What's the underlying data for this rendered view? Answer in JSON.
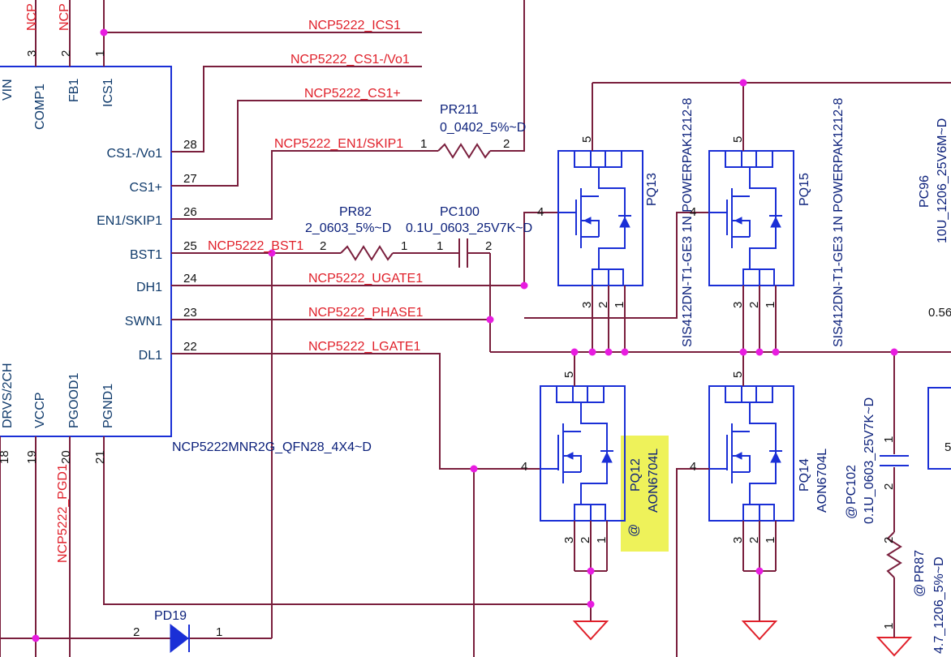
{
  "ic": {
    "part": "NCP5222MNR2G_QFN28_4X4~D",
    "top_pins": [
      {
        "name": "VIN",
        "num": ""
      },
      {
        "name": "COMP1",
        "num": "3"
      },
      {
        "name": "FB1",
        "num": "2"
      },
      {
        "name": "ICS1",
        "num": "1"
      }
    ],
    "left_pins": [
      {
        "name": "CS1-/Vo1",
        "num": "28"
      },
      {
        "name": "CS1+",
        "num": "27"
      },
      {
        "name": "EN1/SKIP1",
        "num": "26"
      },
      {
        "name": "BST1",
        "num": "25"
      },
      {
        "name": "DH1",
        "num": "24"
      },
      {
        "name": "SWN1",
        "num": "23"
      },
      {
        "name": "DL1",
        "num": "22"
      }
    ],
    "bottom_pins": [
      {
        "name": "DRVS/2CH",
        "num": "18"
      },
      {
        "name": "VCCP",
        "num": "19"
      },
      {
        "name": "PGOOD1",
        "num": "20"
      },
      {
        "name": "PGND1",
        "num": "21"
      }
    ]
  },
  "nets": {
    "top_cut1": "NCP",
    "top_cut2": "NCP",
    "ics1": "NCP5222_ICS1",
    "cs1_vo1": "NCP5222_CS1-/Vo1",
    "cs1_plus": "NCP5222_CS1+",
    "en1_skip1": "NCP5222_EN1/SKIP1",
    "bst1": "NCP5222_BST1",
    "ugate1": "NCP5222_UGATE1",
    "phase1": "NCP5222_PHASE1",
    "lgate1": "NCP5222_LGATE1",
    "pgd1": "NCP5222_PGD1"
  },
  "components": {
    "pr211": {
      "ref": "PR211",
      "value": "0_0402_5%~D",
      "pin1": "1",
      "pin2": "2"
    },
    "pr82": {
      "ref": "PR82",
      "value": "2_0603_5%~D",
      "pin1": "1",
      "pin2": "2"
    },
    "pc100": {
      "ref": "PC100",
      "value": "0.1U_0603_25V7K~D",
      "pin1": "1",
      "pin2": "2"
    },
    "pq13": {
      "ref": "PQ13",
      "value": "SIS412DN-T1-GE3 1N POWERPAK1212-8"
    },
    "pq15": {
      "ref": "PQ15",
      "value": "SIS412DN-T1-GE3 1N POWERPAK1212-8"
    },
    "pq12": {
      "ref": "PQ12",
      "value": "AON6704L",
      "mark": "@"
    },
    "pq14": {
      "ref": "PQ14",
      "value": "AON6704L"
    },
    "pd19": {
      "ref": "PD19",
      "pin1": "1",
      "pin2": "2"
    },
    "pc96": {
      "ref": "PC96",
      "value": "10U_1206_25V6M~D"
    },
    "pc102": {
      "ref": "PC102",
      "value": "0.1U_0603_25V7K~D",
      "mark": "@",
      "pin1": "1",
      "pin2": "2"
    },
    "pr87": {
      "ref": "PR87",
      "value": "4.7_1206_5%~D",
      "mark": "@",
      "pin1": "1",
      "pin2": "2"
    }
  },
  "mosfet_pins": {
    "drain": "5",
    "gate": "4",
    "s3": "3",
    "s2": "2",
    "s1": "1"
  },
  "edge_text": {
    "right_value": "0.56",
    "right_pin": "5"
  },
  "colors": {
    "wire": "#7a1f3d",
    "symbol": "#1a2fd6",
    "net_label": "#e0202a",
    "junction": "#e81ce0",
    "highlight": "#eef25a"
  }
}
